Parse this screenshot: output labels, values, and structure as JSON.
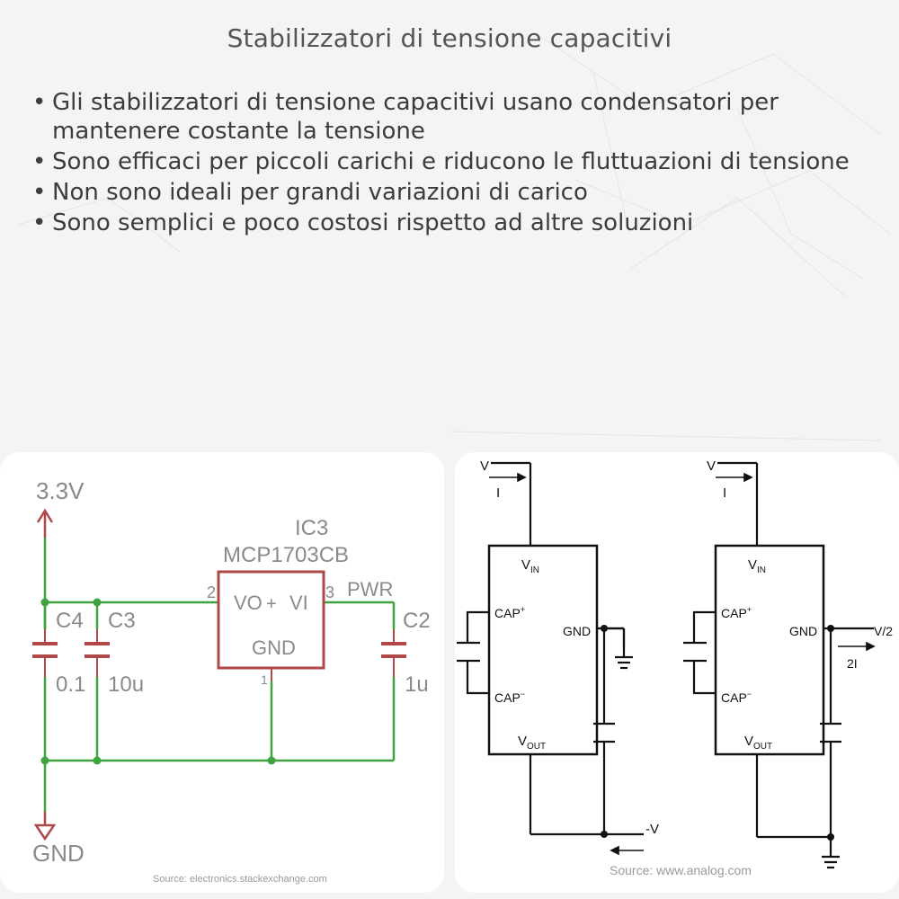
{
  "title": "Stabilizzatori di tensione capacitivi",
  "bullets": [
    "Gli stabilizzatori di tensione capacitivi usano condensatori per mantenere costante la tensione",
    "Sono efficaci per piccoli carichi e riducono le fluttuazioni di tensione",
    "Non sono ideali per grandi variazioni di carico",
    "Sono semplici e poco costosi rispetto ad altre soluzioni"
  ],
  "bullet_symbol": "•",
  "left_circuit": {
    "supply_label": "3.3V",
    "ic_ref": "IC3",
    "ic_part": "MCP1703CB",
    "pin_vo": "VO",
    "pin_plus": "+",
    "pin_vi": "VI",
    "pin_gnd": "GND",
    "pin2": "2",
    "pin3": "3",
    "pin1": "1",
    "net_pwr": "PWR",
    "c4_name": "C4",
    "c4_value": "0.1",
    "c3_name": "C3",
    "c3_value": "10u",
    "c2_name": "C2",
    "c2_value": "1u",
    "ground_label": "GND",
    "source": "Source: electronics.stackexchange.com",
    "colors": {
      "wire": "#3fa33f",
      "part": "#b04848"
    }
  },
  "right_circuit": {
    "left": {
      "v_label": "V",
      "i_label": "I",
      "vin": "V",
      "vin_sub": "IN",
      "cap_plus": "CAP",
      "cap_plus_sup": "+",
      "cap_minus": "CAP",
      "cap_minus_sup": "−",
      "gnd": "GND",
      "vout": "V",
      "vout_sub": "OUT",
      "out_label": "-V"
    },
    "right": {
      "v_label": "V",
      "i_label": "I",
      "vin": "V",
      "vin_sub": "IN",
      "cap_plus": "CAP",
      "cap_plus_sup": "+",
      "cap_minus": "CAP",
      "cap_minus_sup": "−",
      "gnd": "GND",
      "vout": "V",
      "vout_sub": "OUT",
      "out_label": "V/2",
      "current_label": "2I"
    },
    "source": "Source: www.analog.com"
  }
}
